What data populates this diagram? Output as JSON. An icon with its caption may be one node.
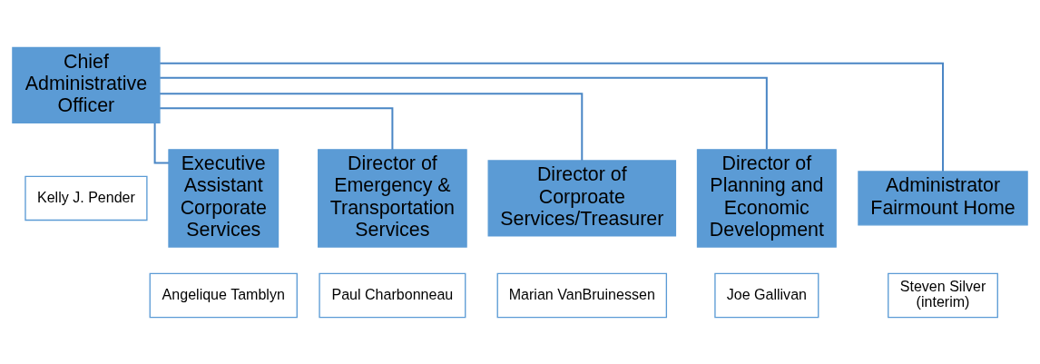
{
  "diagram": {
    "nodes": [
      {
        "text": [
          "Chief Administrative Officer"
        ]
      },
      {
        "text": [
          "Kelly J. Pender"
        ]
      },
      {
        "text": [
          "Executive Assistant Corporate Services"
        ]
      },
      {
        "text": [
          "Angelique Tamblyn"
        ]
      },
      {
        "text": [
          "Director of Emergency & Transportation Services"
        ]
      },
      {
        "text": [
          "Paul Charbonneau"
        ]
      },
      {
        "text": [
          "Director of Corproate Services/Treasurer"
        ]
      },
      {
        "text": [
          "Marian VanBruinessen"
        ]
      },
      {
        "text": [
          "Director of Planning and Economic Development"
        ]
      },
      {
        "text": [
          "Joe Gallivan"
        ]
      },
      {
        "text": [
          "Administrator Fairmount Home"
        ]
      },
      {
        "text": [
          "Steven Silver (interim)"
        ]
      }
    ],
    "edges": [
      {
        "from": 0,
        "to": 2,
        "arrow": "none"
      },
      {
        "from": 0,
        "to": 4,
        "arrow": "none"
      },
      {
        "from": 0,
        "to": 6,
        "arrow": "none"
      },
      {
        "from": 0,
        "to": 8,
        "arrow": "none"
      },
      {
        "from": 0,
        "to": 10,
        "arrow": "none"
      }
    ]
  }
}
